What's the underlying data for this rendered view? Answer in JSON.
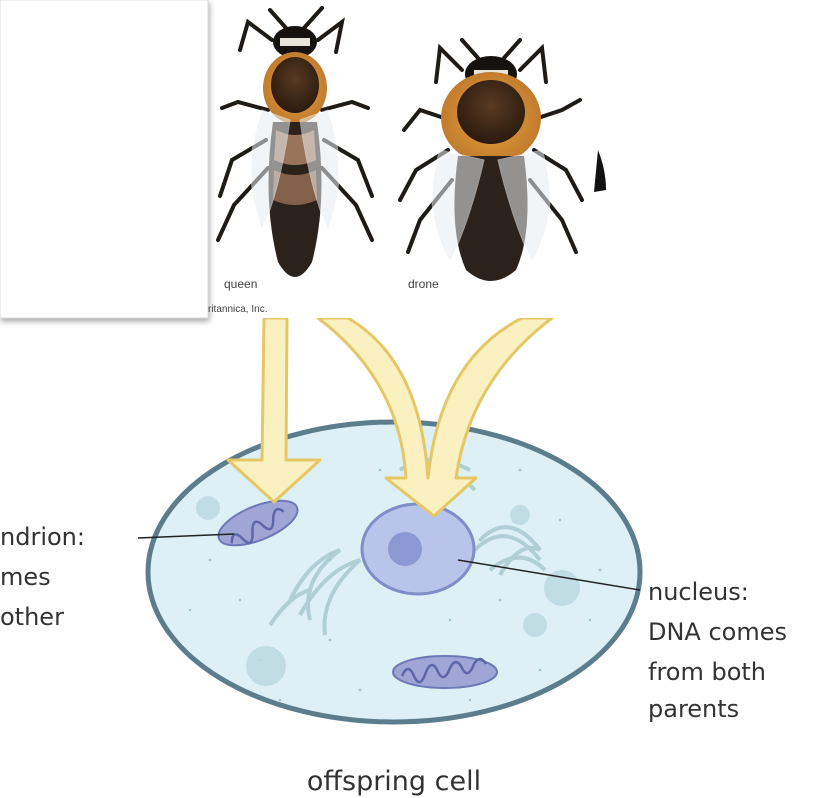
{
  "bee_panel": {
    "queen_label": "queen",
    "drone_label": "drone",
    "credit": "ritannica, Inc."
  },
  "cell": {
    "caption": "offspring cell",
    "mito_label": [
      "ndrion:",
      "mes",
      "other"
    ],
    "nucleus_label": [
      "nucleus:",
      "DNA comes",
      "from both",
      "parents"
    ]
  },
  "colors": {
    "cytoplasm": "#dcf0f6",
    "membrane": "#5b7d8c",
    "nucleus": "#b8c4ea",
    "arrow_fill": "#fbf1c0",
    "arrow_stroke": "#e6c766",
    "mitochondrion": "#9fa6d6"
  }
}
